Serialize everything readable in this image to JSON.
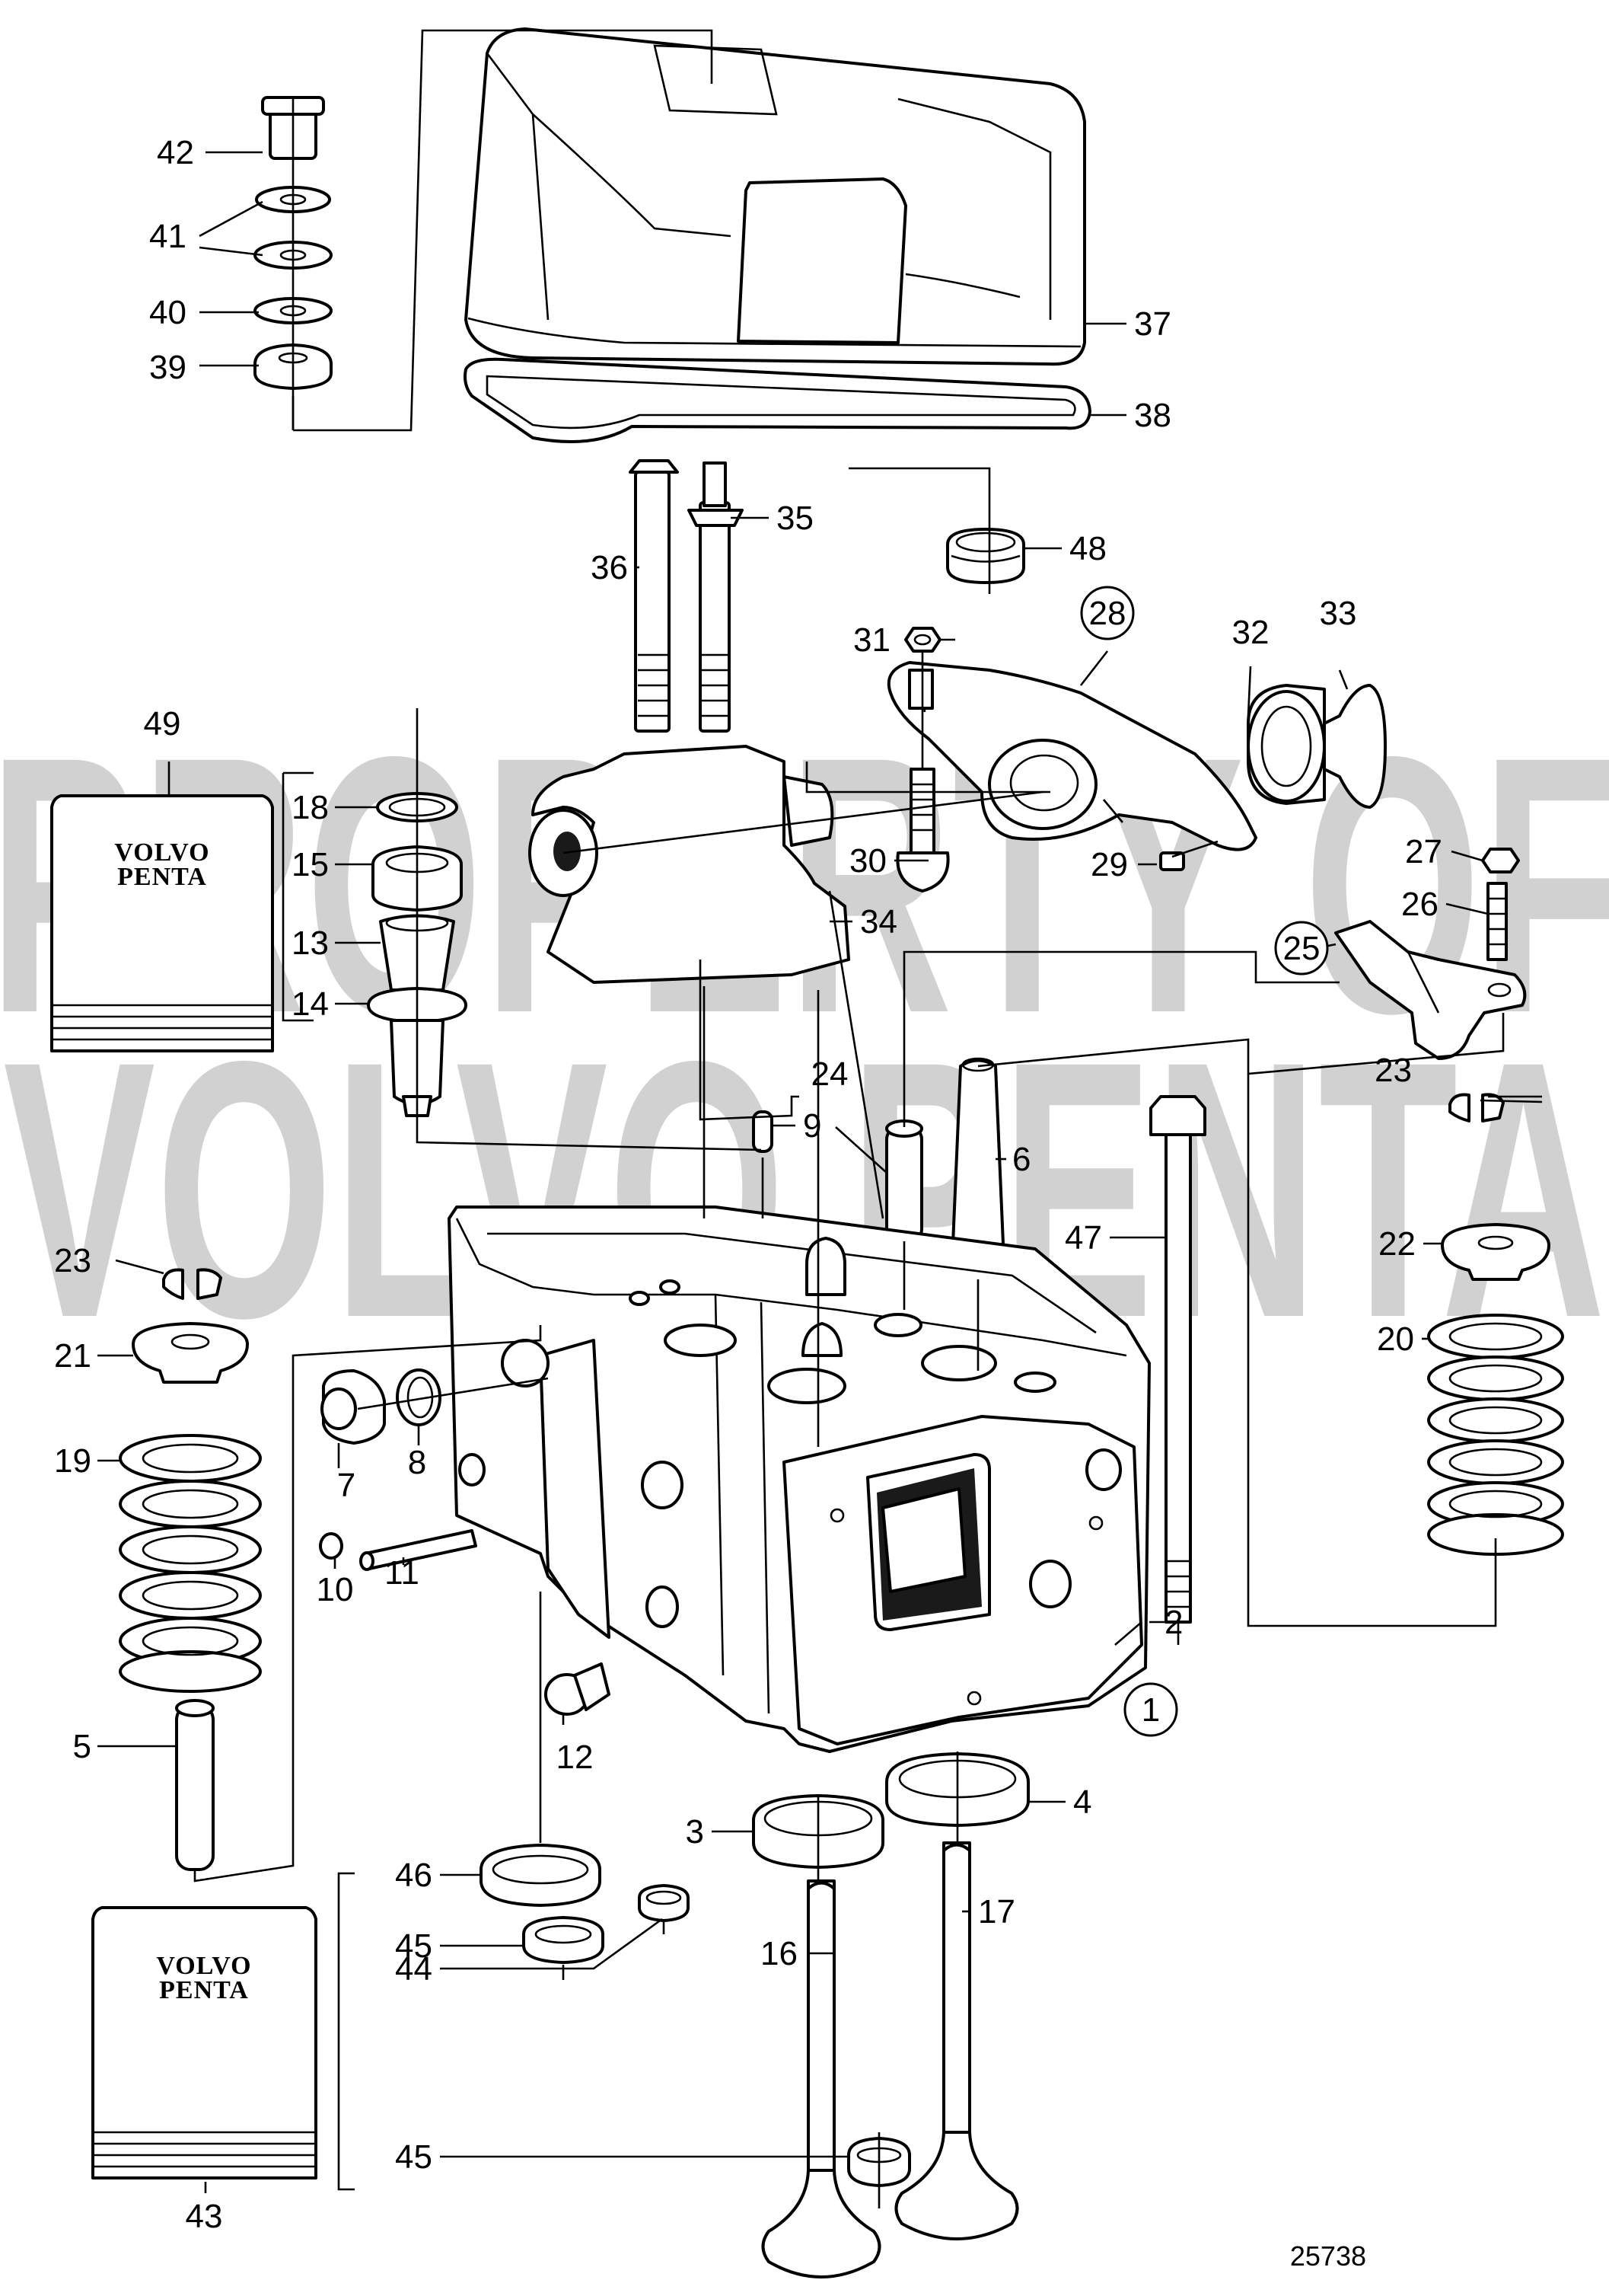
{
  "diagram": {
    "document_number": "25738",
    "watermark": [
      "PROPERTY OF",
      "VOLVO PENTA"
    ],
    "kit_brand": [
      "VOLVO",
      "PENTA"
    ],
    "callouts": {
      "c1": "1",
      "c2": "2",
      "c3": "3",
      "c4": "4",
      "c5": "5",
      "c6": "6",
      "c7": "7",
      "c8": "8",
      "c9": "9",
      "c10": "10",
      "c11": "11",
      "c12": "12",
      "c13": "13",
      "c14": "14",
      "c15": "15",
      "c16": "16",
      "c17": "17",
      "c18": "18",
      "c19": "19",
      "c20": "20",
      "c21": "21",
      "c22": "22",
      "c23a": "23",
      "c23b": "23",
      "c24": "24",
      "c25": "25",
      "c26": "26",
      "c27": "27",
      "c28": "28",
      "c29": "29",
      "c30": "30",
      "c31": "31",
      "c32": "32",
      "c33": "33",
      "c34": "34",
      "c35": "35",
      "c36": "36",
      "c37": "37",
      "c38": "38",
      "c39": "39",
      "c40": "40",
      "c41": "41",
      "c42": "42",
      "c43": "43",
      "c44": "44",
      "c45a": "45",
      "c45b": "45",
      "c46": "46",
      "c47": "47",
      "c48": "48",
      "c49": "49"
    }
  }
}
